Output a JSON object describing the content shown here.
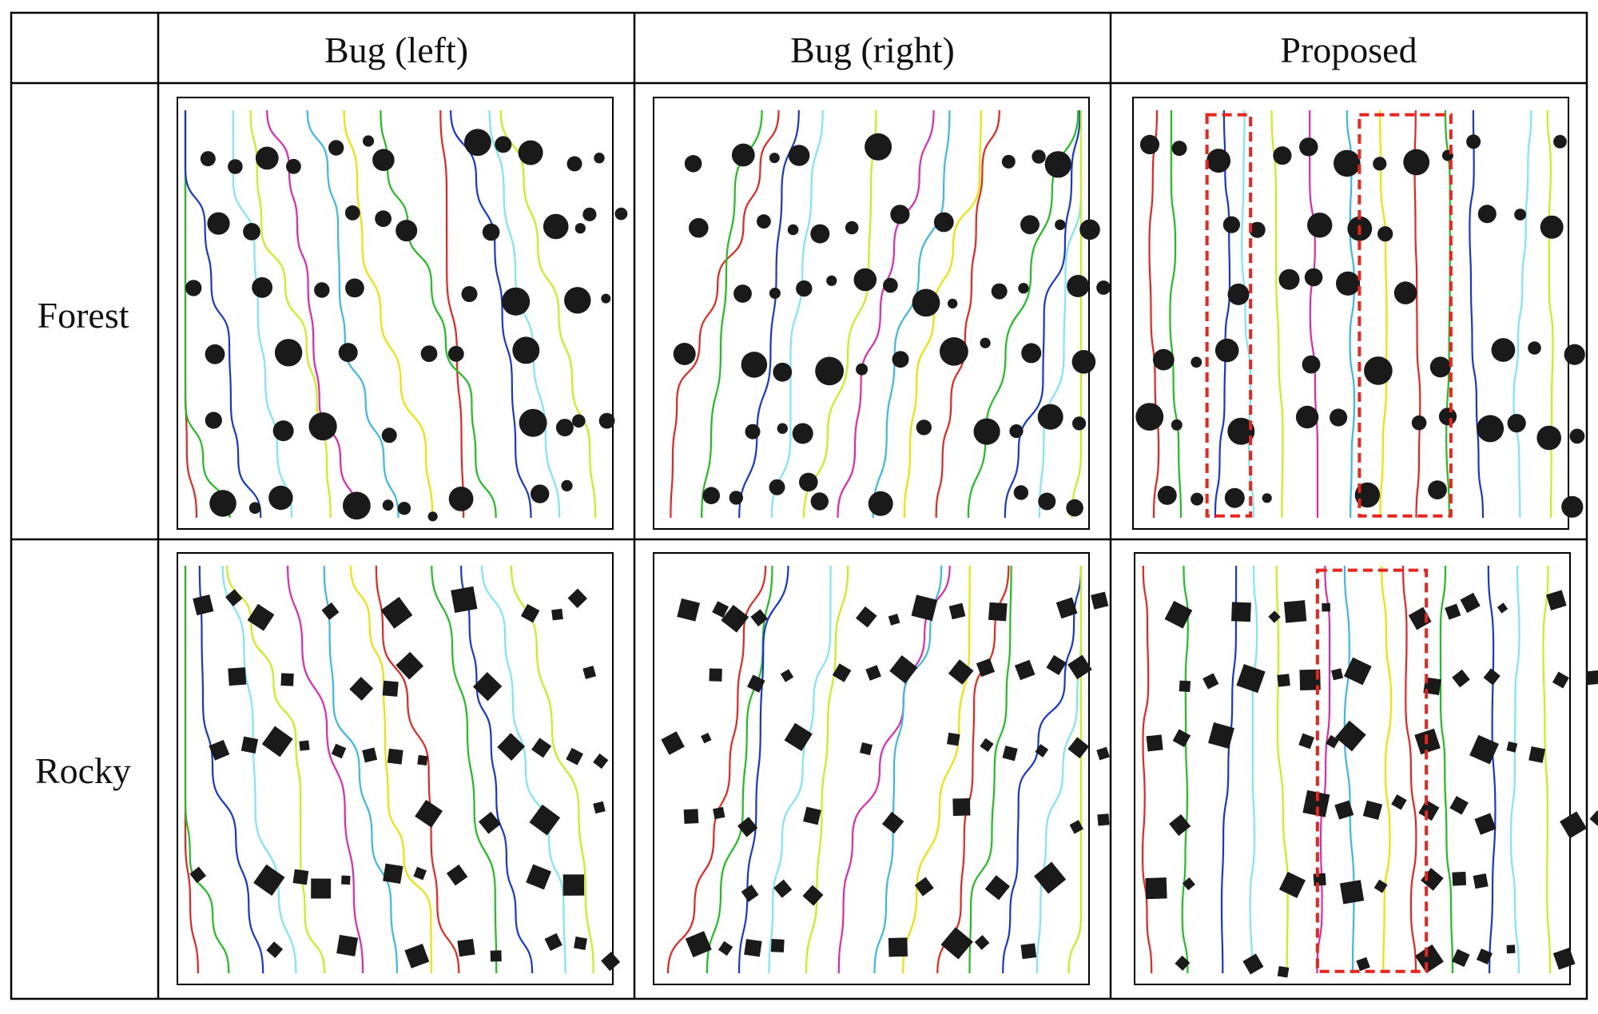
{
  "figure": {
    "columns": [
      "Bug (left)",
      "Bug (right)",
      "Proposed"
    ],
    "rows": [
      "Forest",
      "Rocky"
    ]
  },
  "colors": {
    "paths": [
      "#e8251f",
      "#1fbf1f",
      "#1836d6",
      "#7fe6f0",
      "#c8f018",
      "#e029b0",
      "#3cb8e8",
      "#e6e600"
    ],
    "obstacle": "#1a1a1a",
    "highlight": "#e8251f"
  },
  "panels": [
    {
      "row": "Forest",
      "column": "Bug (left)",
      "obstacle_shape": "circle",
      "behavior": "left",
      "highlight_boxes": 0
    },
    {
      "row": "Forest",
      "column": "Bug (right)",
      "obstacle_shape": "circle",
      "behavior": "right",
      "highlight_boxes": 0
    },
    {
      "row": "Forest",
      "column": "Proposed",
      "obstacle_shape": "circle",
      "behavior": "proposed",
      "highlight_boxes": 2
    },
    {
      "row": "Rocky",
      "column": "Bug (left)",
      "obstacle_shape": "square",
      "behavior": "left",
      "highlight_boxes": 0
    },
    {
      "row": "Rocky",
      "column": "Bug (right)",
      "obstacle_shape": "square",
      "behavior": "right",
      "highlight_boxes": 0
    },
    {
      "row": "Rocky",
      "column": "Proposed",
      "obstacle_shape": "square",
      "behavior": "proposed",
      "highlight_boxes": 1
    }
  ]
}
